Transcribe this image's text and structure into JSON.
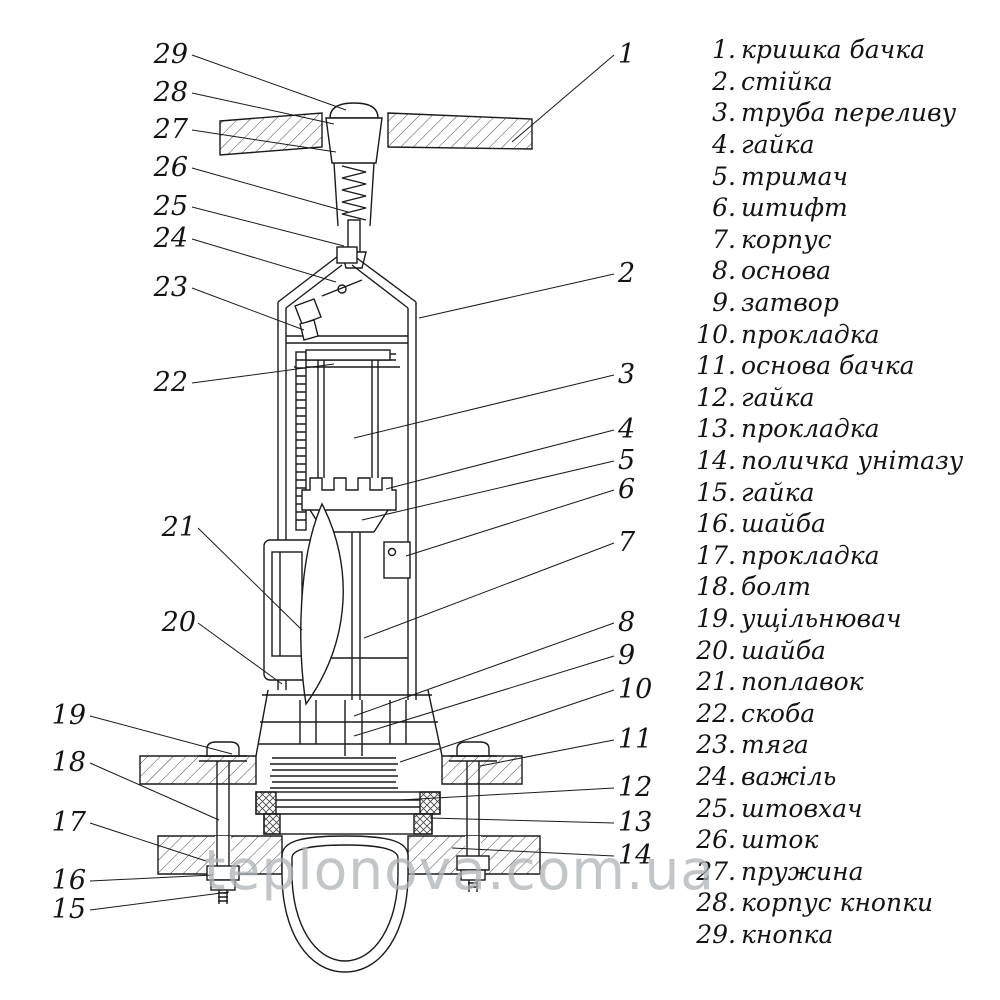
{
  "watermark": "teplonova.com.ua",
  "legend": {
    "items": [
      {
        "num": "1.",
        "label": "кришка бачка"
      },
      {
        "num": "2.",
        "label": "стійка"
      },
      {
        "num": "3.",
        "label": "труба переливу"
      },
      {
        "num": "4.",
        "label": "гайка"
      },
      {
        "num": "5.",
        "label": "тримач"
      },
      {
        "num": "6.",
        "label": "штифт"
      },
      {
        "num": "7.",
        "label": "корпус"
      },
      {
        "num": "8.",
        "label": "основа"
      },
      {
        "num": "9.",
        "label": "затвор"
      },
      {
        "num": "10.",
        "label": "прокладка"
      },
      {
        "num": "11.",
        "label": "основа бачка"
      },
      {
        "num": "12.",
        "label": "гайка"
      },
      {
        "num": "13.",
        "label": "прокладка"
      },
      {
        "num": "14.",
        "label": "поличка унітазу"
      },
      {
        "num": "15.",
        "label": "гайка"
      },
      {
        "num": "16.",
        "label": "шайба"
      },
      {
        "num": "17.",
        "label": "прокладка"
      },
      {
        "num": "18.",
        "label": "болт"
      },
      {
        "num": "19.",
        "label": "ущільнювач"
      },
      {
        "num": "20.",
        "label": "шайба"
      },
      {
        "num": "21.",
        "label": "поплавок"
      },
      {
        "num": "22.",
        "label": "скоба"
      },
      {
        "num": "23.",
        "label": "тяга"
      },
      {
        "num": "24.",
        "label": "важіль"
      },
      {
        "num": "25.",
        "label": "штовхач"
      },
      {
        "num": "26.",
        "label": "шток"
      },
      {
        "num": "27.",
        "label": "пружина"
      },
      {
        "num": "28.",
        "label": "корпус кнопки"
      },
      {
        "num": "29.",
        "label": "кнопка"
      }
    ]
  },
  "callouts": {
    "left": [
      "29",
      "28",
      "27",
      "26",
      "25",
      "24",
      "23",
      "22",
      "21",
      "20",
      "19",
      "18",
      "17",
      "16",
      "15"
    ],
    "right": [
      "1",
      "2",
      "3",
      "4",
      "5",
      "6",
      "7",
      "8",
      "9",
      "10",
      "11",
      "12",
      "13",
      "14"
    ]
  },
  "colors": {
    "line": "#1a1a1a",
    "watermark": "#aeb4b7"
  }
}
